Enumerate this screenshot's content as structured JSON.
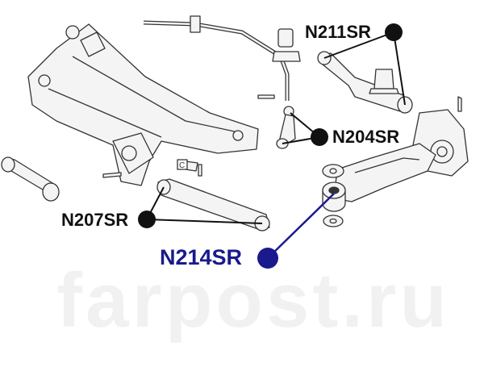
{
  "labels": {
    "n211": "N211SR",
    "n204": "N204SR",
    "n207": "N207SR",
    "n214": "N214SR"
  },
  "watermark": "farpost.ru",
  "colors": {
    "line_black": "#111111",
    "highlight_blue": "#1a1a8c",
    "part_stroke": "#333333",
    "part_fill": "#f4f4f4"
  }
}
